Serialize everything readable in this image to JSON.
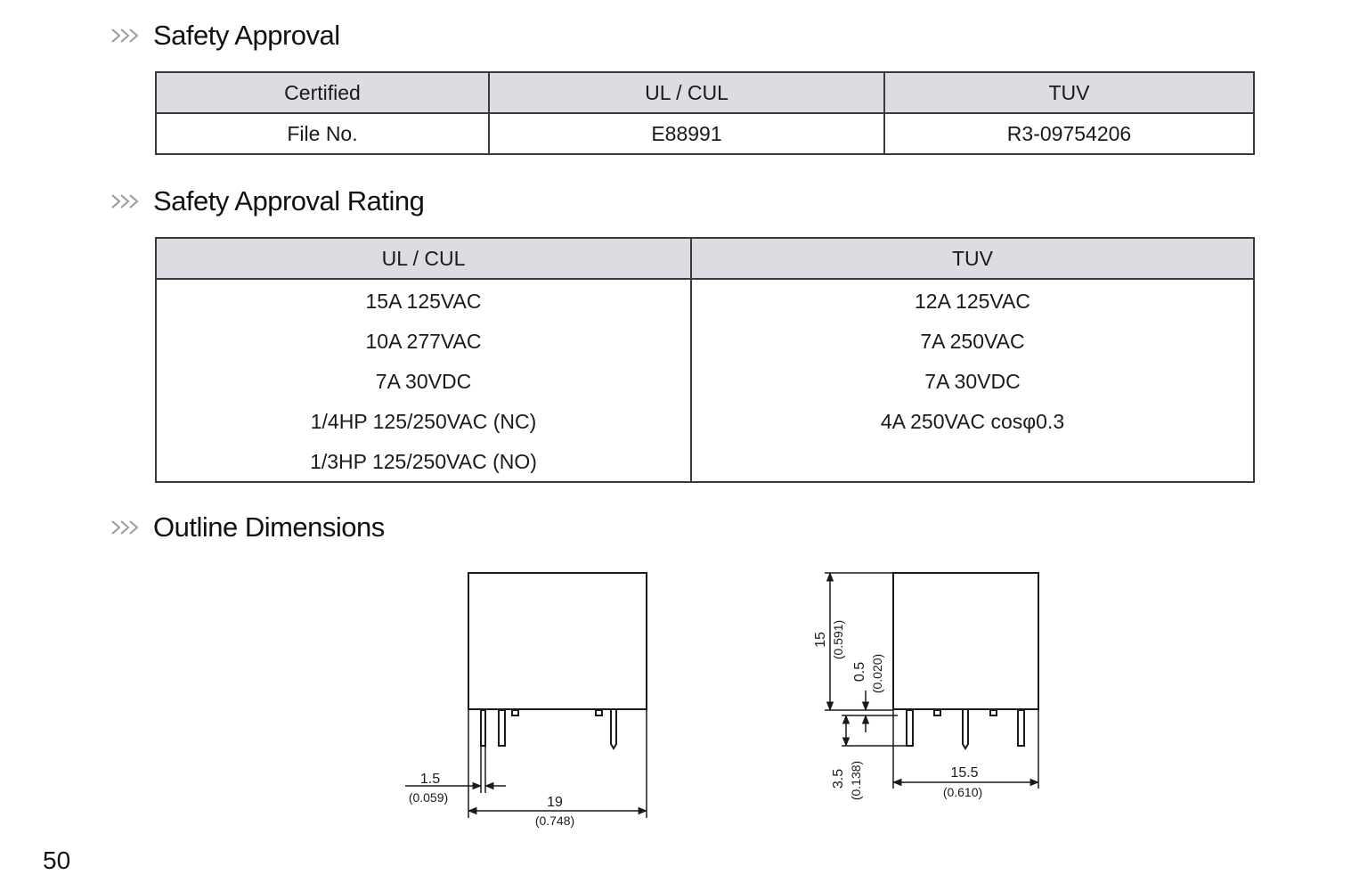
{
  "sections": {
    "safety_approval": "Safety Approval",
    "safety_approval_rating": "Safety Approval Rating",
    "outline_dimensions": "Outline Dimensions"
  },
  "approval_table": {
    "headers": [
      "Certified",
      "UL / CUL",
      "TUV"
    ],
    "row": [
      "File No.",
      "E88991",
      "R3-09754206"
    ]
  },
  "rating_table": {
    "headers": [
      "UL / CUL",
      "TUV"
    ],
    "ul_cul": [
      "15A 125VAC",
      "10A 277VAC",
      "7A 30VDC",
      "1/4HP 125/250VAC (NC)",
      "1/3HP 125/250VAC (NO)"
    ],
    "tuv": [
      "12A 125VAC",
      "7A 250VAC",
      "7A 30VDC",
      "4A 250VAC cosφ0.3"
    ]
  },
  "dimensions": {
    "front": {
      "pin_width": "1.5",
      "pin_width_in": "(0.059)",
      "body_width": "19",
      "body_width_in": "(0.748)"
    },
    "side": {
      "height": "15",
      "height_in": "(0.591)",
      "standoff": "0.5",
      "standoff_in": "(0.020)",
      "pin_length": "3.5",
      "pin_length_in": "(0.138)",
      "depth": "15.5",
      "depth_in": "(0.610)"
    }
  },
  "page_number": "50"
}
